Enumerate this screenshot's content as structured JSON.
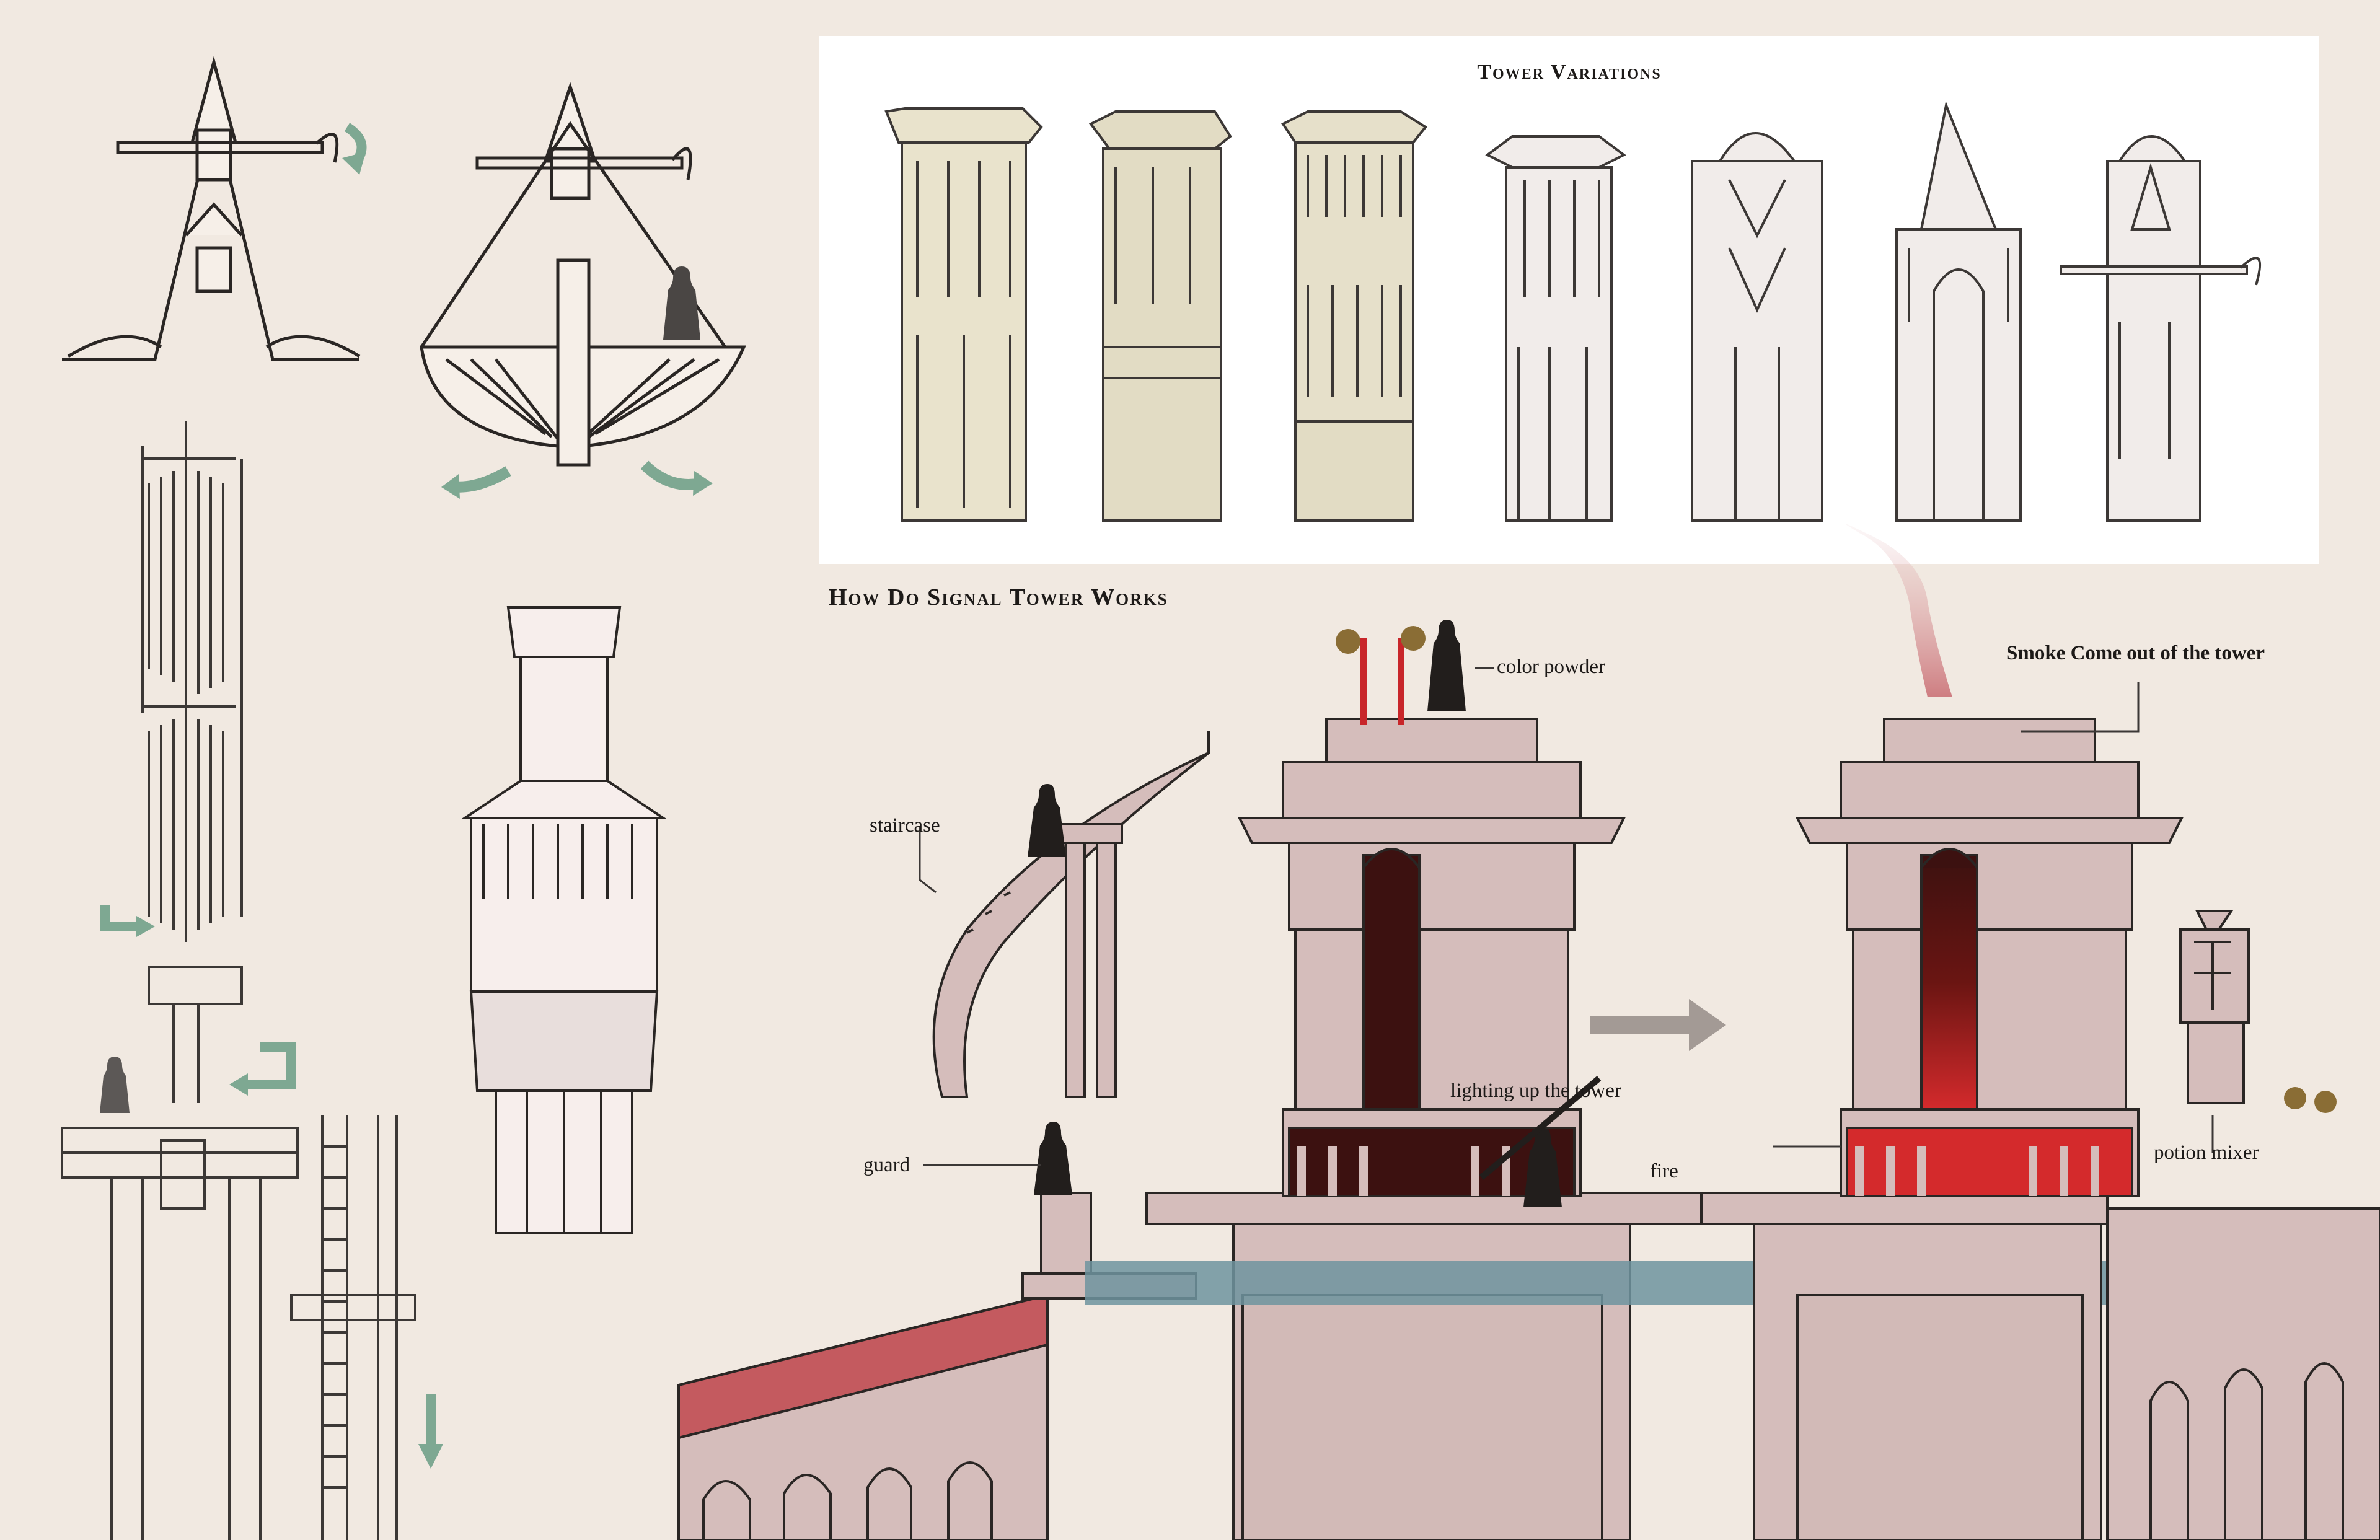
{
  "variations_title": "Tower Variations",
  "section_title": "How Do Signal Tower Works",
  "labels": {
    "color_powder": "color powder",
    "smoke": "Smoke Come out of the tower",
    "staircase": "staircase",
    "lighting": "lighting up the tower",
    "guard": "guard",
    "fire": "fire",
    "potion_mixer": "potion mixer"
  },
  "colors": {
    "paper": "#f1e9e1",
    "building_pink": "#d5bdbb",
    "beam_red": "#c45a5f",
    "beam_blue": "#6e949f",
    "arrow_green": "#7ea892",
    "arrow_gray": "#a39a95",
    "fire_red": "#c8262a",
    "dark_interior": "#3c1110",
    "sketch_beige": "#e6e1cc",
    "powder_gold": "#8a6d35"
  }
}
